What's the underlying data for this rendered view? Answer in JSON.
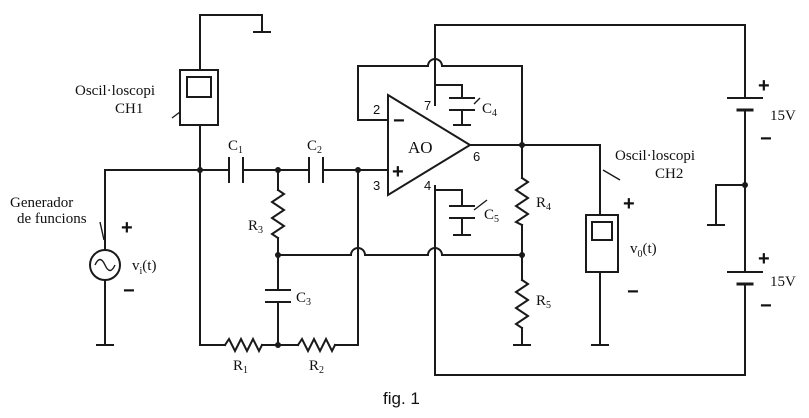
{
  "oscilloscope_1": {
    "line1": "Oscil·loscopi",
    "line2": "CH1"
  },
  "oscilloscope_2": {
    "line1": "Oscil·loscopi",
    "line2": "CH2"
  },
  "generator": {
    "line1": "Generador",
    "line2": "de funcions",
    "signal_main": "v",
    "signal_sub": "i",
    "signal_arg": "(t)",
    "plus": "+",
    "minus": "−"
  },
  "opamp": {
    "label": "AO",
    "pin_inv": "2",
    "pin_noninv": "3",
    "pin_vpos": "7",
    "pin_vneg": "4",
    "pin_out": "6",
    "sign_inv": "−",
    "sign_noninv": "+"
  },
  "components": {
    "c1": {
      "main": "C",
      "sub": "1"
    },
    "c2": {
      "main": "C",
      "sub": "2"
    },
    "c3": {
      "main": "C",
      "sub": "3"
    },
    "c4": {
      "main": "C",
      "sub": "4"
    },
    "c5": {
      "main": "C",
      "sub": "5"
    },
    "r1": {
      "main": "R",
      "sub": "1"
    },
    "r2": {
      "main": "R",
      "sub": "2"
    },
    "r3": {
      "main": "R",
      "sub": "3"
    },
    "r4": {
      "main": "R",
      "sub": "4"
    },
    "r5": {
      "main": "R",
      "sub": "5"
    }
  },
  "output": {
    "main": "v",
    "sub": "0",
    "arg": "(t)",
    "plus": "+",
    "minus": "−"
  },
  "supply_top": {
    "voltage": "15V",
    "plus": "+",
    "minus": "−"
  },
  "supply_bottom": {
    "voltage": "15V",
    "plus": "+",
    "minus": "−"
  },
  "caption": "fig. 1"
}
